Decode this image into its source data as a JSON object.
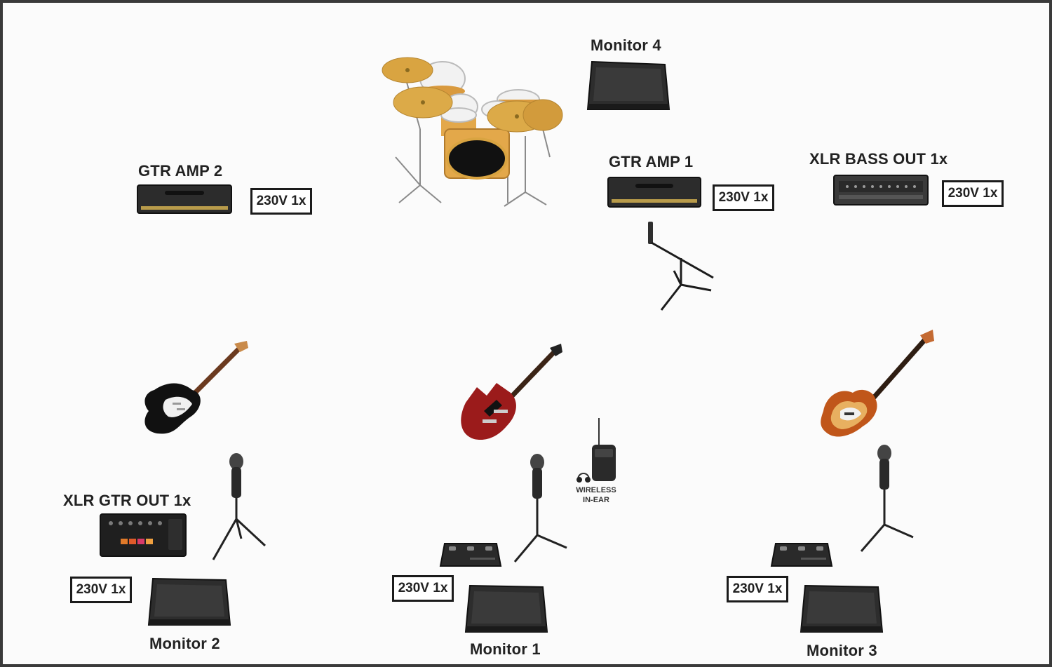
{
  "labels": {
    "monitor4": "Monitor 4",
    "gtr_amp_1": "GTR AMP 1",
    "gtr_amp_2": "GTR AMP 2",
    "xlr_bass_out": "XLR BASS OUT 1x",
    "xlr_gtr_out": "XLR GTR OUT 1x",
    "monitor1": "Monitor 1",
    "monitor2": "Monitor 2",
    "monitor3": "Monitor 3",
    "wireless_line1": "WIRELESS",
    "wireless_line2": "IN-EAR"
  },
  "power": {
    "gtr_amp_2": "230V 1x",
    "gtr_amp_1": "230V 1x",
    "bass": "230V 1x",
    "stage_left": "230V 1x",
    "center": "230V 1x",
    "stage_right": "230V 1x"
  },
  "colors": {
    "border": "#3a3a3a",
    "cymbal": "#d9a441",
    "drum_shell": "#e3a84a",
    "drum_head": "#f2f2f2",
    "speaker": "#2a2a2a",
    "strat_body": "#111111",
    "sg_body": "#9b1b1b",
    "bass_body": "#c0561a"
  },
  "icons": {
    "drum_kit": "drum-kit-icon",
    "wedge_monitor": "wedge-monitor-icon",
    "guitar_amp": "guitar-amp-icon",
    "bass_amp_head": "bass-amp-head-icon",
    "microphone_stand": "microphone-stand-icon",
    "instrument_mic_stand": "instrument-mic-boom-icon",
    "electric_guitar": "electric-guitar-icon",
    "sg_guitar": "sg-guitar-icon",
    "bass_guitar": "bass-guitar-icon",
    "effects_pedal": "effects-pedal-icon",
    "multi_effects_processor": "multi-effects-icon",
    "wireless_in_ear": "wireless-in-ear-icon"
  }
}
